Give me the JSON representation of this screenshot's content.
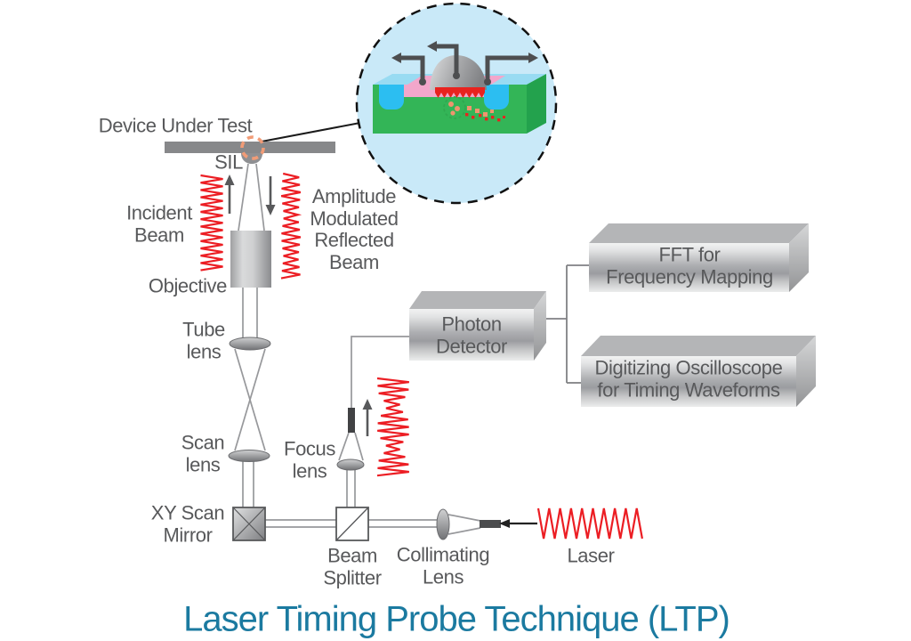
{
  "title": "Laser Timing Probe Technique (LTP)",
  "labels": {
    "device_under_test": "Device Under Test",
    "sil": "SIL",
    "incident_beam": "Incident\nBeam",
    "amplitude_modulated_reflected_beam": "Amplitude\nModulated\nReflected\nBeam",
    "objective": "Objective",
    "tube_lens": "Tube\nlens",
    "scan_lens": "Scan\nlens",
    "xy_scan_mirror": "XY Scan\nMirror",
    "focus_lens": "Focus\nlens",
    "beam_splitter": "Beam\nSplitter",
    "collimating_lens": "Collimating\nLens",
    "laser": "Laser",
    "photon_detector": "Photon\nDetector",
    "fft": "FFT for\nFrequency Mapping",
    "digitizing_oscilloscope": "Digitizing Oscilloscope\nfor Timing Waveforms"
  },
  "colors": {
    "laser_red": "#EC1E24",
    "title_teal": "#1B7AA0",
    "label_gray": "#58595B",
    "beam_gray": "#97989B",
    "arrow_dark_gray": "#4D4E50",
    "metal_light": "#ECEDED",
    "metal_dark": "#9B9CA0",
    "inset_background": "#C9E9F8",
    "substrate_green": "#33B557",
    "substrate_side_green": "#23A24D",
    "well_blue": "#2CBEF1",
    "surface_cyan": "#98DBF2",
    "diffusion_pink": "#F3A7CB",
    "hotspot_red": "#E8231F",
    "sil_orange": "#F19C77"
  }
}
